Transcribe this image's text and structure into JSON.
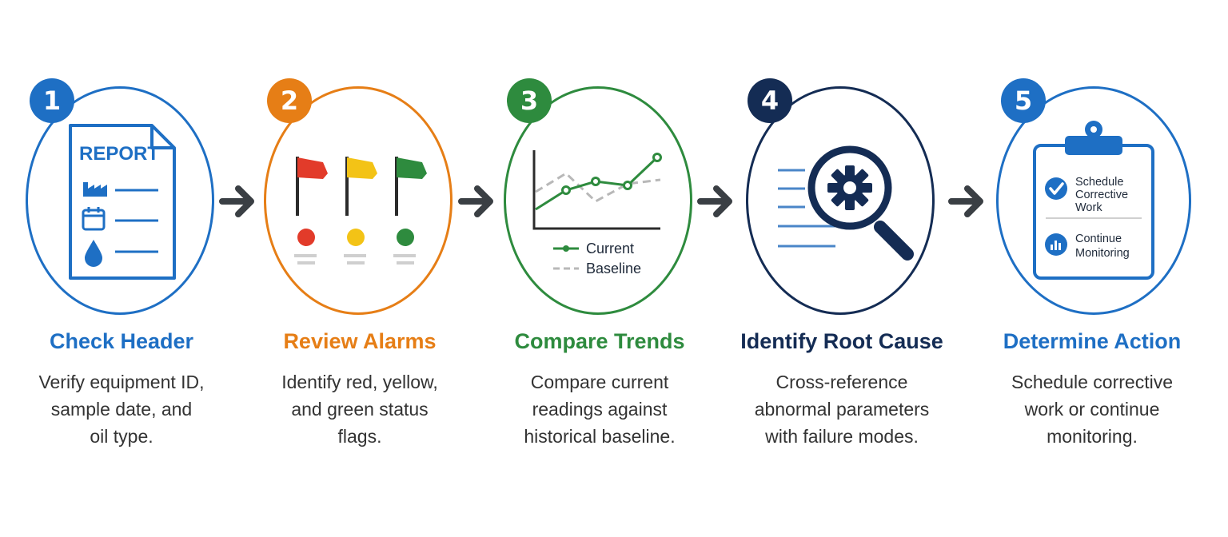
{
  "steps": [
    {
      "number": "1",
      "title": "Check Header",
      "description": [
        "Verify equipment ID,",
        "sample date, and",
        "oil type."
      ],
      "color": "#1e6fc4",
      "icon": "report-document-icon",
      "icon_text": "REPORT"
    },
    {
      "number": "2",
      "title": "Review Alarms",
      "description": [
        "Identify red, yellow,",
        "and green status",
        "flags."
      ],
      "color": "#e67e16",
      "icon": "status-flags-icon",
      "flag_colors": [
        "#e23b2a",
        "#f3c316",
        "#2e8b3e"
      ]
    },
    {
      "number": "3",
      "title": "Compare Trends",
      "description": [
        "Compare current",
        "readings against",
        "historical baseline."
      ],
      "color": "#2e8b3e",
      "icon": "trend-chart-icon",
      "legend": [
        "Current",
        "Baseline"
      ]
    },
    {
      "number": "4",
      "title": "Identify Root Cause",
      "description": [
        "Cross-reference",
        "abnormal parameters",
        "with failure modes."
      ],
      "color": "#142c54",
      "icon": "magnifier-gear-icon"
    },
    {
      "number": "5",
      "title": "Determine Action",
      "description": [
        "Schedule corrective",
        "work or continue",
        "monitoring."
      ],
      "color": "#1e6fc4",
      "icon": "clipboard-icon",
      "clipboard_items": [
        {
          "line1": "Schedule",
          "line2": "Corrective",
          "line3": "Work"
        },
        {
          "line1": "Continue",
          "line2": "Monitoring"
        }
      ]
    }
  ],
  "arrow_color": "#3a3f44"
}
